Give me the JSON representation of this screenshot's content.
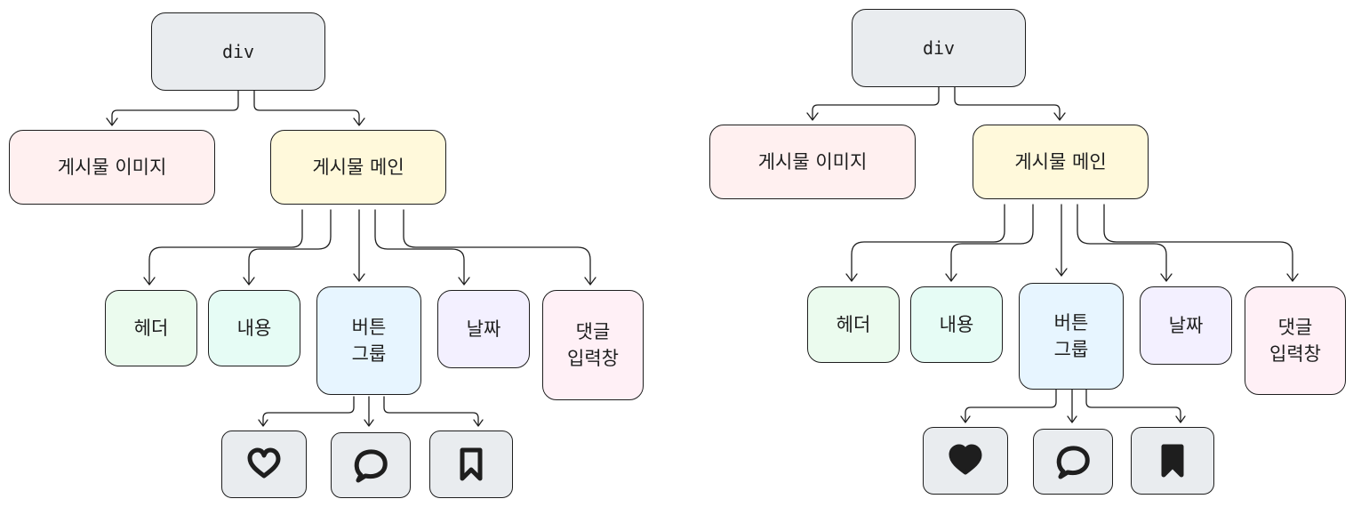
{
  "diagrams": [
    {
      "root": {
        "label": "div"
      },
      "level1": [
        {
          "label": "게시물 이미지"
        },
        {
          "label": "게시물 메인"
        }
      ],
      "level2": [
        {
          "label": "헤더"
        },
        {
          "label": "내용"
        },
        {
          "label": "버튼\n그룹"
        },
        {
          "label": "날짜"
        },
        {
          "label": "댓글\n입력창"
        }
      ],
      "icons": [
        {
          "name": "heart-icon",
          "filled": false
        },
        {
          "name": "comment-bubble-icon",
          "filled": false
        },
        {
          "name": "bookmark-icon",
          "filled": false
        }
      ]
    },
    {
      "root": {
        "label": "div"
      },
      "level1": [
        {
          "label": "게시물 이미지"
        },
        {
          "label": "게시물 메인"
        }
      ],
      "level2": [
        {
          "label": "헤더"
        },
        {
          "label": "내용"
        },
        {
          "label": "버튼\n그룹"
        },
        {
          "label": "날짜"
        },
        {
          "label": "댓글\n입력창"
        }
      ],
      "icons": [
        {
          "name": "heart-icon",
          "filled": true
        },
        {
          "name": "comment-bubble-icon",
          "filled": false
        },
        {
          "name": "bookmark-icon",
          "filled": true
        }
      ]
    }
  ],
  "colors": {
    "root": "#e9ecef",
    "image": "#fff0f0",
    "main": "#fff9db",
    "header": "#ebfbee",
    "content": "#e6fcf5",
    "buttons": "#e7f5ff",
    "date": "#f3f0ff",
    "comment": "#fff0f6",
    "icon_bg": "#e9ecef",
    "stroke": "#1e1e1e"
  }
}
